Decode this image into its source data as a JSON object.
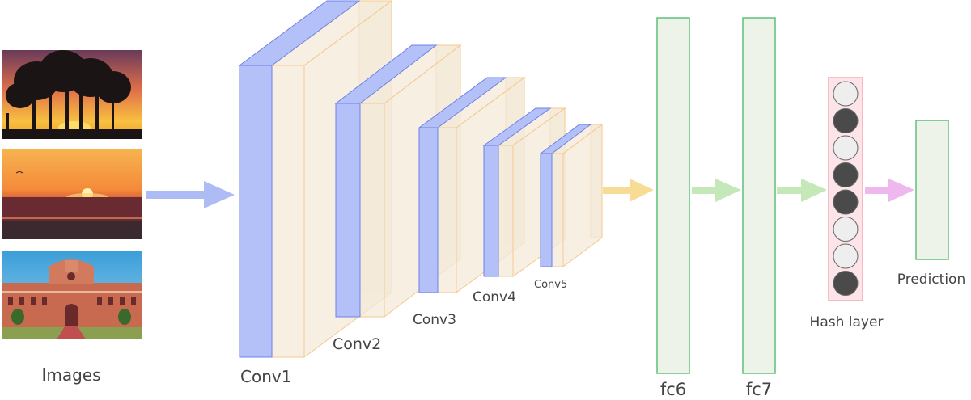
{
  "diagram": {
    "images_label": "Images",
    "layers": {
      "conv1": "Conv1",
      "conv2": "Conv2",
      "conv3": "Conv3",
      "conv4": "Conv4",
      "conv5": "Conv5",
      "fc6": "fc6",
      "fc7": "fc7",
      "hash": "Hash layer",
      "prediction": "Prediction"
    },
    "hash_bits": [
      0,
      1,
      0,
      1,
      1,
      0,
      0,
      1
    ],
    "colors": {
      "conv_front": "#b4c0f8",
      "conv_front_stroke": "#6f82e6",
      "conv_body": "#f3ead8",
      "conv_body_stroke": "#f6c890",
      "fc_fill": "#eef3ea",
      "fc_stroke": "#5fc07a",
      "hash_box_fill": "#fde4e8",
      "hash_box_stroke": "#f2aab8",
      "neuron_off": "#eeeeee",
      "neuron_on": "#4a4a4a",
      "arrow_blue": "#aebcf6",
      "arrow_yellow": "#f8dc96",
      "arrow_green": "#c4e8b8",
      "arrow_pink": "#eeb8ee"
    },
    "thumbnails": [
      "tree-silhouette-sunset-photo",
      "sea-sunset-photo",
      "red-brick-building-photo"
    ]
  }
}
